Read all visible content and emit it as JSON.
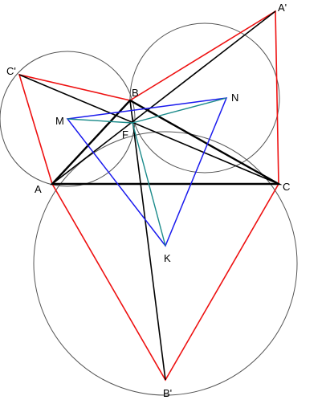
{
  "colors": {
    "circle": "#555555",
    "outer_triangles": "#ee1111",
    "base_triangle": "#000000",
    "napoleon_triangle": "#1a1aee",
    "fermat_segments": "#1a8a8a",
    "cevians": "#000000"
  },
  "points": {
    "A": {
      "label": "A"
    },
    "B": {
      "label": "B"
    },
    "C": {
      "label": "C"
    },
    "A_prime": {
      "label": "A'"
    },
    "B_prime": {
      "label": "B'"
    },
    "C_prime": {
      "label": "C'"
    },
    "F": {
      "label": "F"
    },
    "M": {
      "label": "M"
    },
    "N": {
      "label": "N"
    },
    "K": {
      "label": "K"
    }
  }
}
